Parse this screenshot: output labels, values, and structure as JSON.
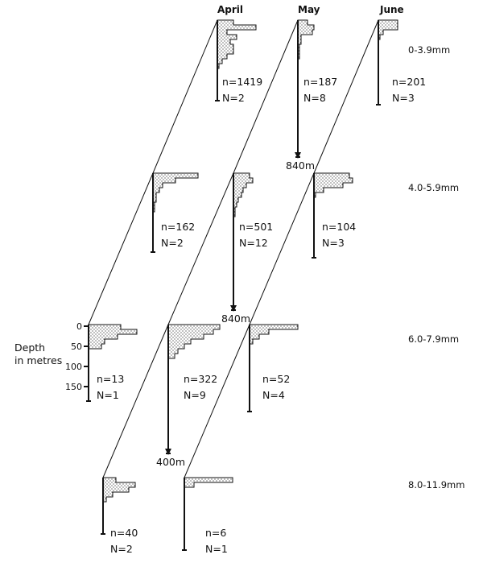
{
  "chart_data": {
    "type": "histogram-depth-profile",
    "months": [
      "April",
      "May",
      "June"
    ],
    "size_classes": [
      "0-3.9mm",
      "4.0-5.9mm",
      "6.0-7.9mm",
      "8.0-11.9mm"
    ],
    "depth_axis": {
      "label_line1": "Depth",
      "label_line2": "in metres",
      "ticks": [
        "0",
        "50",
        "100",
        "150"
      ]
    },
    "panels": [
      {
        "month": "April",
        "size_class": "0-3.9mm",
        "n": "n=1419",
        "N": "N=2",
        "bins": [
          10,
          24,
          6,
          12,
          8,
          10,
          10,
          6,
          3,
          1
        ]
      },
      {
        "month": "May",
        "size_class": "0-3.9mm",
        "n": "n=187",
        "N": "N=8",
        "bins": [
          6,
          10,
          9,
          2,
          2,
          1,
          1,
          1,
          0,
          0
        ],
        "extent_label": "840m"
      },
      {
        "month": "June",
        "size_class": "0-3.9mm",
        "n": "n=201",
        "N": "N=3",
        "bins": [
          12,
          12,
          3,
          1,
          0,
          0,
          0,
          0
        ]
      },
      {
        "month": "April",
        "size_class": "4.0-5.9mm",
        "n": "n=162",
        "N": "N=2",
        "bins": [
          28,
          14,
          6,
          4,
          2,
          2,
          1,
          1,
          0,
          0
        ]
      },
      {
        "month": "May",
        "size_class": "4.0-5.9mm",
        "n": "n=501",
        "N": "N=12",
        "bins": [
          10,
          12,
          8,
          6,
          5,
          3,
          2,
          1,
          1,
          0
        ],
        "extent_label": "840m"
      },
      {
        "month": "June",
        "size_class": "4.0-5.9mm",
        "n": "n=104",
        "N": "N=3",
        "bins": [
          22,
          24,
          18,
          6,
          1,
          0,
          0,
          0,
          0,
          0
        ]
      },
      {
        "month": "April",
        "size_class": "6.0-7.9mm",
        "n": "n=13",
        "N": "N=1",
        "bins": [
          20,
          30,
          18,
          10,
          8,
          0,
          0,
          0,
          0,
          0
        ]
      },
      {
        "month": "May",
        "size_class": "6.0-7.9mm",
        "n": "n=322",
        "N": "N=9",
        "bins": [
          32,
          28,
          22,
          14,
          10,
          6,
          4,
          0,
          0,
          0
        ],
        "extent_label": "400m"
      },
      {
        "month": "June",
        "size_class": "6.0-7.9mm",
        "n": "n=52",
        "N": "N=4",
        "bins": [
          30,
          12,
          6,
          2,
          0,
          0,
          0,
          0,
          0,
          0
        ]
      },
      {
        "month": "April",
        "size_class": "8.0-11.9mm",
        "n": "n=40",
        "N": "N=2",
        "bins": [
          8,
          20,
          16,
          6,
          2,
          0,
          0,
          0,
          0,
          0
        ]
      },
      {
        "month": "May",
        "size_class": "8.0-11.9mm",
        "n": "n=6",
        "N": "N=1",
        "bins": [
          30,
          6,
          0,
          0,
          0,
          0,
          0,
          0,
          0,
          0
        ]
      }
    ]
  }
}
